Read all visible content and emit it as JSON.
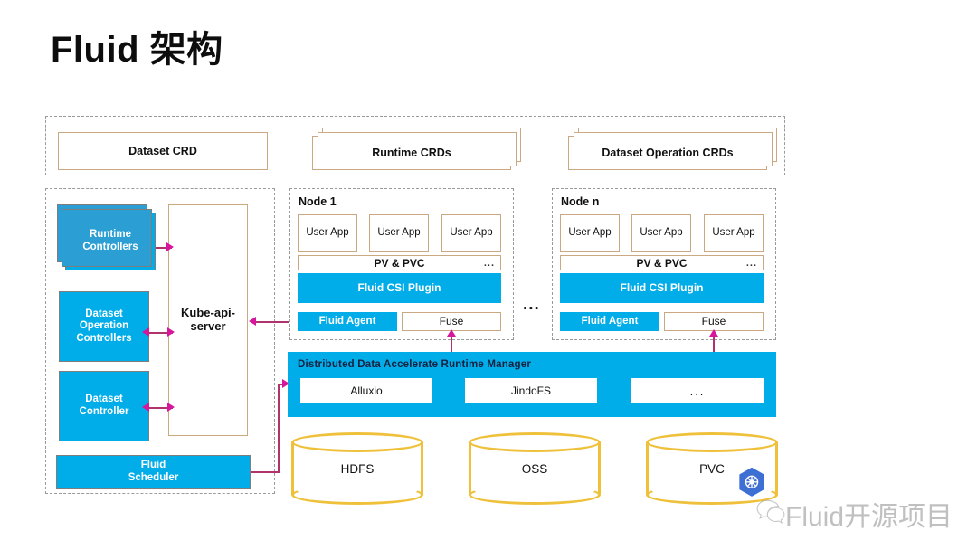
{
  "title": "Fluid 架构",
  "crd_row": {
    "items": [
      {
        "label": "Dataset CRD",
        "stacked": false
      },
      {
        "label": "Runtime CRDs",
        "stacked": true
      },
      {
        "label": "Dataset Operation CRDs",
        "stacked": true
      }
    ]
  },
  "control_plane": {
    "controllers": [
      {
        "label": "Runtime\nControllers",
        "line1": "Runtime",
        "line2": "Controllers",
        "stacked": true
      },
      {
        "label": "Dataset Operation Controllers",
        "line1": "Dataset",
        "line2": "Operation",
        "line3": "Controllers",
        "stacked": false
      },
      {
        "label": "Dataset Controller",
        "line1": "Dataset",
        "line2": "Controller",
        "stacked": false
      }
    ],
    "apiserver": {
      "line1": "Kube-api-",
      "line2": "server"
    },
    "scheduler": {
      "line1": "Fluid",
      "line2": "Scheduler"
    }
  },
  "nodes": [
    {
      "name": "Node 1",
      "apps": [
        "User App",
        "User App",
        "User App"
      ],
      "pv_label": "PV & PVC",
      "pv_dots": "...",
      "csi_plugin": "Fluid CSI Plugin",
      "agent": "Fluid Agent",
      "fuse": "Fuse"
    },
    {
      "name": "Node n",
      "apps": [
        "User App",
        "User App",
        "User App"
      ],
      "pv_label": "PV & PVC",
      "pv_dots": "...",
      "csi_plugin": "Fluid CSI Plugin",
      "agent": "Fluid Agent",
      "fuse": "Fuse"
    }
  ],
  "nodes_separator": "...",
  "runtime_manager": {
    "title": "Distributed  Data Accelerate Runtime Manager",
    "engines": [
      "Alluxio",
      "JindoFS",
      "..."
    ]
  },
  "storages": [
    {
      "label": "HDFS"
    },
    {
      "label": "OSS"
    },
    {
      "label": "PVC"
    }
  ],
  "watermark": {
    "text": "Fluid开源项目",
    "k8s_icon": "kubernetes-logo",
    "wechat_icon": "wechat-icon"
  },
  "colors": {
    "cyan": "#00ade9",
    "tan_border": "#c9a882",
    "arrow": "#d6169b",
    "cylinder": "#efc03a",
    "dashed": "#9a9a9a"
  }
}
